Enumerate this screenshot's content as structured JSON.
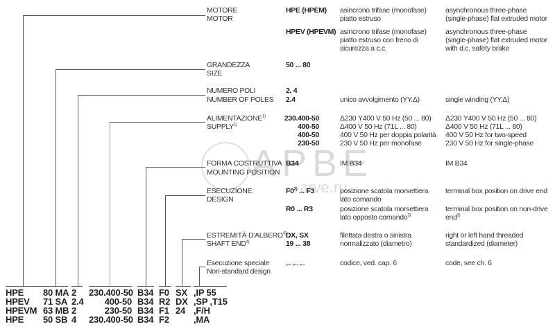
{
  "rows": [
    {
      "label_it": "MOTORE",
      "label_en": "MOTOR",
      "entries": [
        {
          "code": "HPE (HPEM)",
          "it": [
            "asincrono trifase (monofase)",
            "piatto estruso"
          ],
          "en": [
            "asynchronous three-phase",
            "(single-phase) flat extruded motor"
          ]
        },
        {
          "code": "HPEV (HPEVM)",
          "it": [
            "asincrono trifase (monofase)",
            "piatto estruso con freno di",
            "sicurezza a c.c."
          ],
          "en": [
            "asynchronous three-phase",
            "(single-phase) flat extruded motor",
            "with d.c. safety brake"
          ]
        }
      ]
    },
    {
      "label_it": "GRANDEZZA",
      "label_en": "SIZE",
      "code": "50 ... 80"
    },
    {
      "label_it": "NUMERO POLI",
      "label_en": "NUMBER OF POLES",
      "codes": [
        "2, 4",
        "2.4"
      ],
      "it": "unico avvolgimento (YY.Δ)",
      "en": "single winding (YY.Δ)"
    },
    {
      "label_it": "ALIMENTAZIONE",
      "label_en": "SUPPLY",
      "note": "1)",
      "entries": [
        {
          "code": "230.400-50",
          "it": "Δ230 Y400 V 50 Hz (50 ... 80)",
          "en": "Δ230 Y400 V 50 Hz (50 ... 80)"
        },
        {
          "code": "400-50",
          "it": "Δ400 V 50 Hz (71L ... 80)",
          "en": "Δ400 V 50 Hz (71L ... 80)"
        },
        {
          "code": "400-50",
          "it": "400 V 50 Hz per doppia polarità",
          "en": "400 V 50 Hz for two-speed"
        },
        {
          "code": "230-50",
          "it": "230 V 50 Hz per monofase",
          "en": "230 V 50 Hz for single-phase"
        }
      ]
    },
    {
      "label_it": "FORMA COSTRUTTIVA",
      "label_en": "MOUNTING POSITION",
      "code": "B34",
      "it": "IM B34",
      "en": "IM B34"
    },
    {
      "label_it": "ESECUZIONE",
      "label_en": "DESIGN",
      "entries": [
        {
          "code_a": "F0",
          "code_note": "2)",
          "code_b": " ... F3",
          "it": [
            "posizione scatola morsettiera",
            "lato comando"
          ],
          "en": [
            "terminal box position on drive end"
          ]
        },
        {
          "code": "R0 ... R3",
          "it": [
            "posizione scatola morsettiera",
            "lato opposto comando"
          ],
          "it_note": "3)",
          "en": [
            "terminal box position on non-drive",
            "end"
          ],
          "en_note": "3)"
        }
      ]
    },
    {
      "label_it": "ESTREMITÀ D'ALBERO",
      "label_en": "SHAFT END",
      "note": "4)",
      "codes": [
        "DX, SX",
        "19 ... 38"
      ],
      "it": [
        "filettata destra o sinistra",
        "normalizzato (diametro)"
      ],
      "en": [
        "right or left hand threaded",
        "standardized (diameter)"
      ]
    },
    {
      "label_it": "Esecuzione speciale",
      "label_en": "Non-standard design",
      "code": ",... ,... ,...",
      "it": "codice, ved. cap. 6",
      "en": "code, see ch. 6"
    }
  ],
  "table": [
    [
      "HPE",
      "80 MA",
      "2",
      "230.400-50",
      "B34",
      "F0",
      "SX",
      ",IP 55"
    ],
    [
      "HPEV",
      "71 SA",
      "2.4",
      "400-50",
      "B34",
      "R2",
      "DX",
      ",SP ,T15"
    ],
    [
      "HPEVM",
      "63 MB",
      "2",
      "230-50",
      "B34",
      "F1",
      "24",
      ",F/H"
    ],
    [
      "HPE",
      "50 SB",
      "4",
      "230.400-50",
      "B34",
      "F2",
      "",
      ",MA"
    ]
  ],
  "watermark": {
    "logo": "АРВЕ",
    "url": "arve.ru"
  }
}
